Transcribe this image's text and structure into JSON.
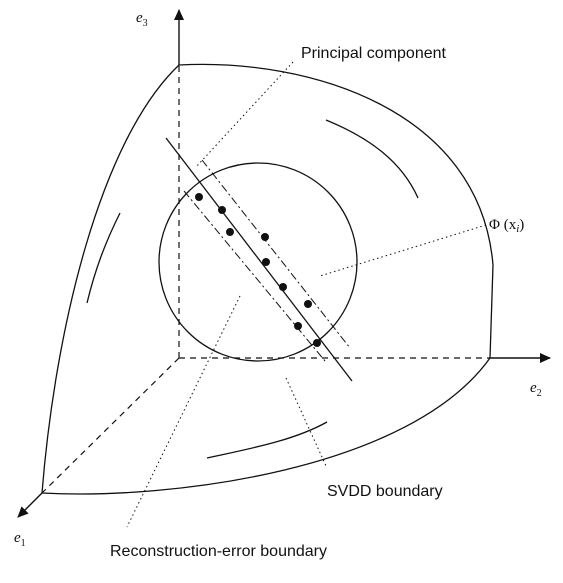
{
  "axes": {
    "e1": {
      "main": "e",
      "sub": "1"
    },
    "e2": {
      "main": "e",
      "sub": "2"
    },
    "e3": {
      "main": "e",
      "sub": "3"
    }
  },
  "labels": {
    "principal_component": "Principal component",
    "phi": "Φ (x",
    "phi_sub": "i",
    "phi_close": ")",
    "svdd": "SVDD boundary",
    "reconstruction": "Reconstruction-error boundary"
  },
  "data_points_count": 9
}
